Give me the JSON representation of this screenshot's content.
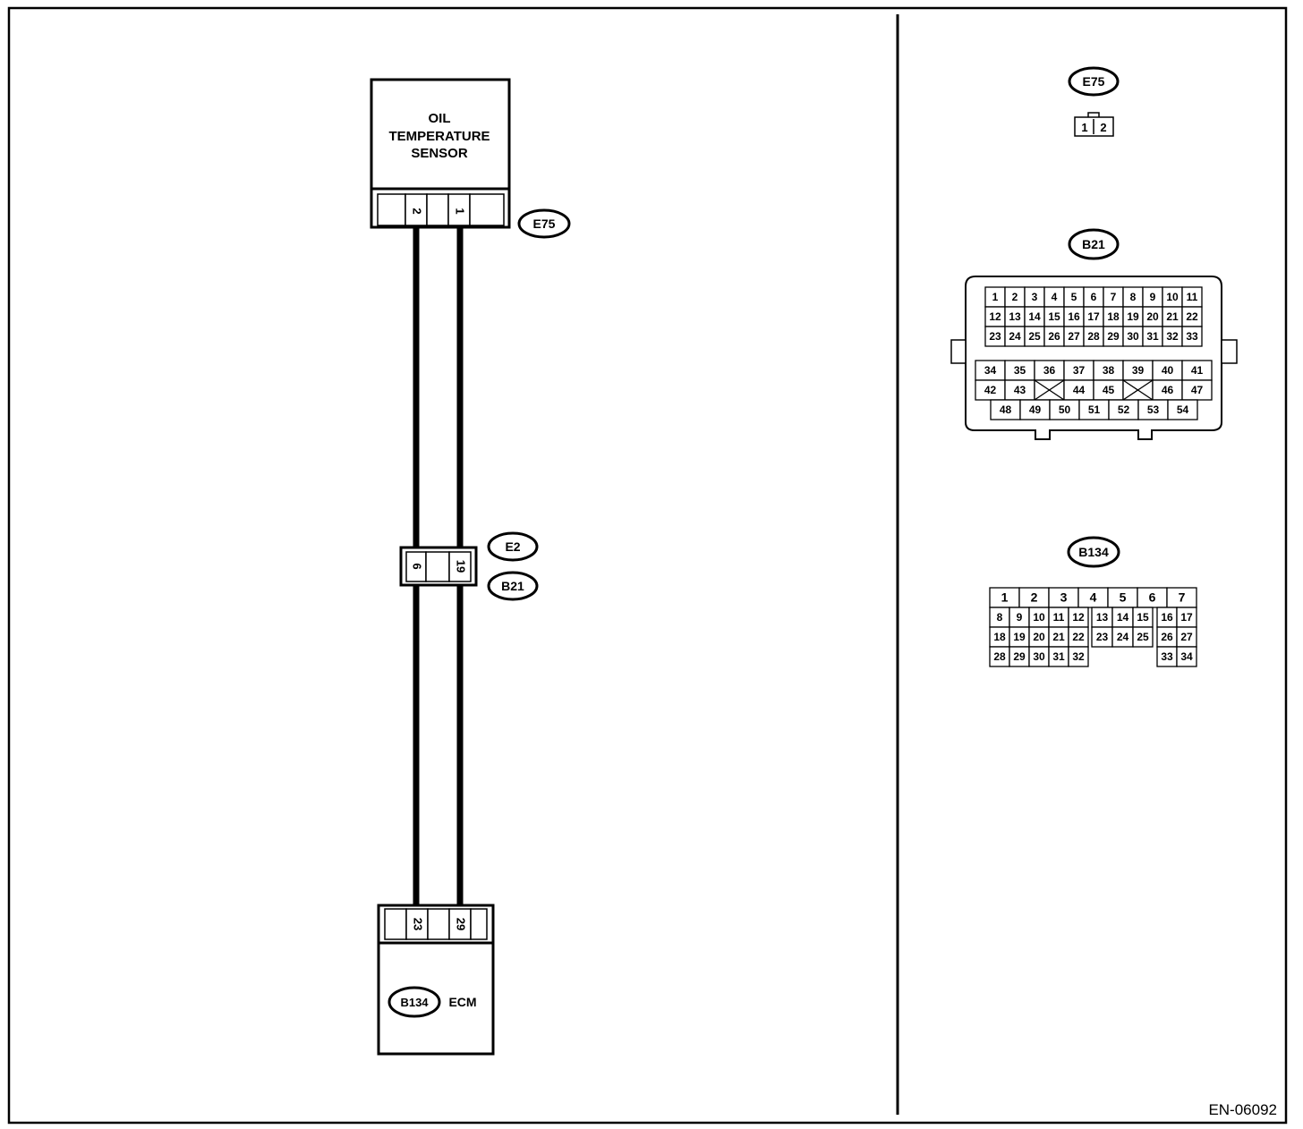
{
  "sensor": {
    "title_lines": [
      "OIL",
      "TEMPERATURE",
      "SENSOR"
    ],
    "pins": [
      "2",
      "1"
    ],
    "connector": "E75"
  },
  "junction": {
    "pins": [
      "6",
      "19"
    ],
    "connectors": [
      "E2",
      "B21"
    ]
  },
  "ecm": {
    "connector": "B134",
    "label": "ECM",
    "pins": [
      "23",
      "29"
    ]
  },
  "views": {
    "e75": {
      "label": "E75",
      "pins": [
        "1",
        "2"
      ]
    },
    "b21": {
      "label": "B21",
      "upper_rows": [
        [
          "1",
          "2",
          "3",
          "4",
          "5",
          "6",
          "7",
          "8",
          "9",
          "10",
          "11"
        ],
        [
          "12",
          "13",
          "14",
          "15",
          "16",
          "17",
          "18",
          "19",
          "20",
          "21",
          "22"
        ],
        [
          "23",
          "24",
          "25",
          "26",
          "27",
          "28",
          "29",
          "30",
          "31",
          "32",
          "33"
        ]
      ],
      "lower_rows": [
        [
          "34",
          "35",
          "36",
          "37",
          "38",
          "39",
          "40",
          "41"
        ],
        [
          "42",
          "43",
          "",
          "44",
          "45",
          "",
          "46",
          "47"
        ],
        [
          "48",
          "49",
          "50",
          "51",
          "52",
          "53",
          "54"
        ]
      ]
    },
    "b134": {
      "label": "B134",
      "top_row": [
        "1",
        "2",
        "3",
        "4",
        "5",
        "6",
        "7"
      ],
      "rows": [
        [
          "8",
          "9",
          "10",
          "11",
          "12",
          "13",
          "14",
          "15",
          "16",
          "17"
        ],
        [
          "18",
          "19",
          "20",
          "21",
          "22",
          "23",
          "24",
          "25",
          "26",
          "27"
        ],
        [
          "28",
          "29",
          "30",
          "31",
          "32",
          "",
          "",
          "",
          "33",
          "34"
        ]
      ]
    }
  },
  "figure_id": "EN-06092"
}
